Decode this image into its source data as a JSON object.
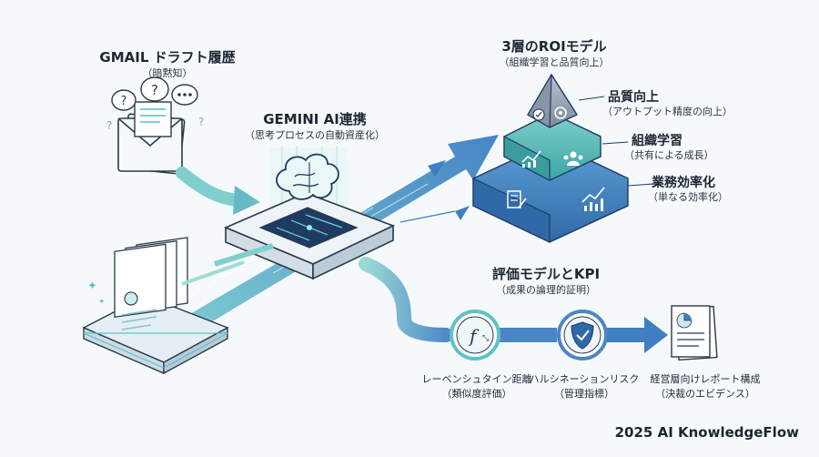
{
  "gmail": {
    "title": "GMAIL ドラフト履歴",
    "subtitle": "（暗黙知）"
  },
  "gemini": {
    "title": "GEMINI AI連携",
    "subtitle": "（思考プロセスの自動資産化）"
  },
  "roi": {
    "title": "3層のROIモデル",
    "subtitle": "（組織学習と品質向上）",
    "layers": [
      {
        "title": "品質向上",
        "subtitle": "（アウトプット精度の向上）"
      },
      {
        "title": "組織学習",
        "subtitle": "（共有による成長）"
      },
      {
        "title": "業務効率化",
        "subtitle": "（単なる効率化）"
      }
    ]
  },
  "kpi": {
    "title": "評価モデルとKPI",
    "subtitle": "（成果の論理的証明）",
    "items": [
      {
        "title": "レーベンシュタイン距離",
        "subtitle": "（類似度評価）"
      },
      {
        "title": "ハルシネーションリスク",
        "subtitle": "（管理指標）"
      },
      {
        "title": "経営層向けレポート構成",
        "subtitle": "（決裁のエビデンス）"
      }
    ]
  },
  "formula_glyph": "f",
  "footer": "2025 AI KnowledgeFlow",
  "colors": {
    "accent_teal": "#5fc3c4",
    "accent_blue": "#3f7fc1",
    "navy": "#1f3b63"
  }
}
